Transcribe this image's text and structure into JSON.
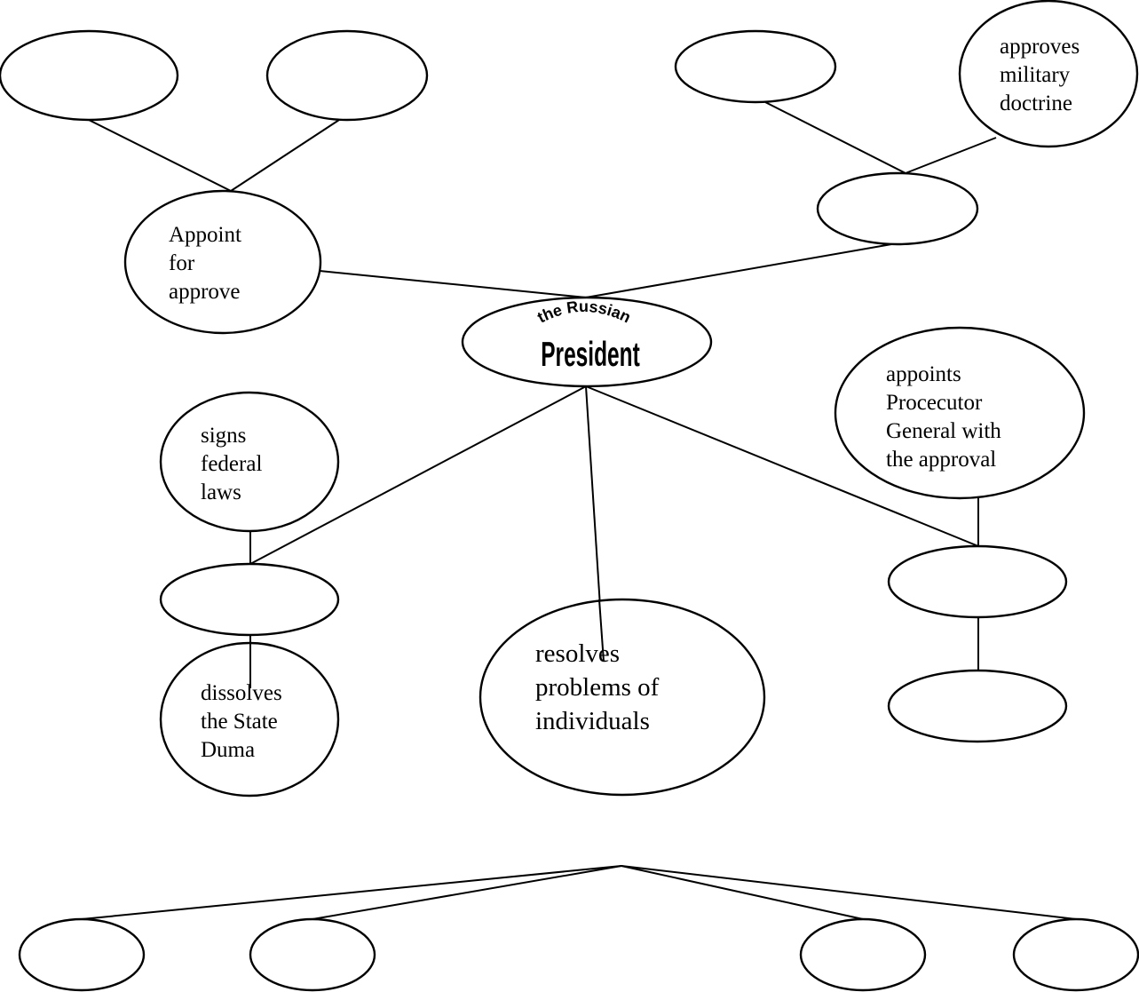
{
  "center": {
    "line1": "the Russian",
    "line2": "President"
  },
  "nodes": {
    "appoint": [
      "Appoint",
      "for",
      "approve"
    ],
    "military": [
      "approves",
      "military",
      "doctrine"
    ],
    "procecutor": [
      "appoints",
      "Procecutor",
      "General with",
      "the approval"
    ],
    "laws": [
      "signs",
      "federal",
      "laws"
    ],
    "duma": [
      "dissolves",
      "the State",
      "Duma"
    ],
    "individuals": [
      "resolves",
      "problems of",
      "individuals"
    ]
  }
}
